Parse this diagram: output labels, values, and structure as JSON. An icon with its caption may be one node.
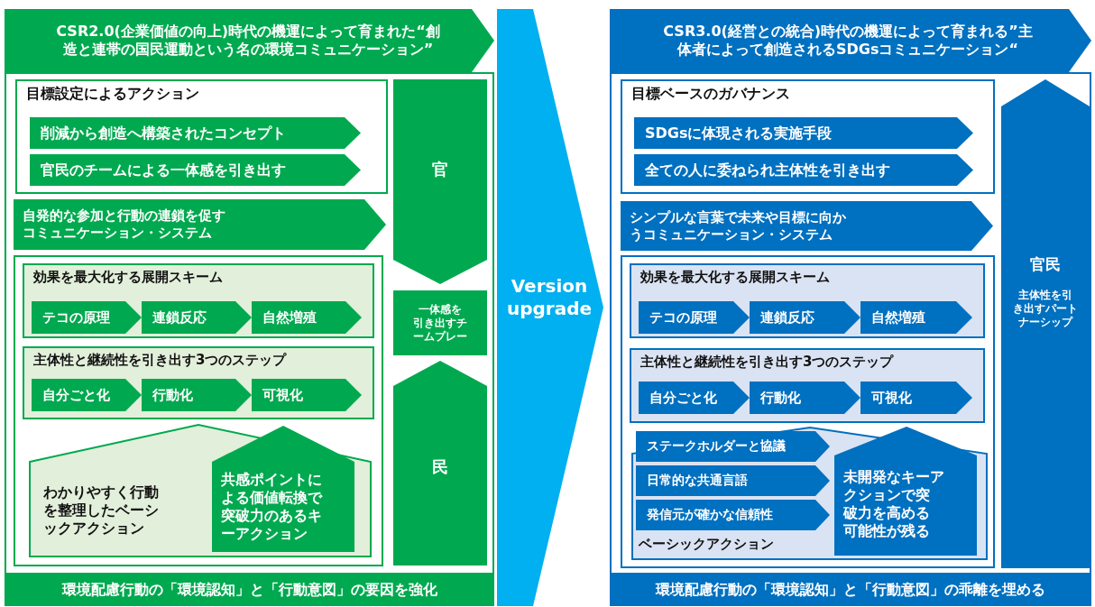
{
  "diagram": {
    "nodes": [
      {
        "text": [
          "CSR2.0(企業価値の向上)時代の機運によって育まれた“創造と連帯の国民運動という名の環境コミュニケーション”"
        ]
      },
      {
        "text": [
          "目標設定によるアクション"
        ]
      },
      {
        "text": [
          "削減から創造へ構築されたコンセプト"
        ],
        "in": 1
      },
      {
        "text": [
          "官民のチームによる一体感を引き出す"
        ],
        "in": 1
      },
      {
        "text": [
          "自発的な参加と行動の連鎖を促すコミュニケーション・システム"
        ]
      },
      {
        "text": [],
        "shape": "box"
      },
      {
        "text": [
          "効果を最大化する展開スキーム"
        ],
        "in": 5
      },
      {
        "text": [
          "テコの原理"
        ],
        "in": 6
      },
      {
        "text": [
          "連鎖反応"
        ],
        "in": 6
      },
      {
        "text": [
          "自然増殖"
        ],
        "in": 6
      },
      {
        "text": [
          "主体性と継続性を引き出す3つのステップ"
        ],
        "in": 5
      },
      {
        "text": [
          "自分ごと化"
        ],
        "in": 10
      },
      {
        "text": [
          "行動化"
        ],
        "in": 10
      },
      {
        "text": [
          "可視化"
        ],
        "in": 10
      },
      {
        "text": [
          "わかりやすく行動を整理したベーシックアクション"
        ],
        "in": 5
      },
      {
        "text": [
          "共感ポイントによる価値転換で突破力のあるキーアクション"
        ],
        "in": 14
      },
      {
        "text": [
          "官"
        ]
      },
      {
        "text": [
          "一体感を引き出すチームプレー"
        ]
      },
      {
        "text": [
          "民"
        ]
      },
      {
        "text": [
          "環境配慮行動の「環境認知」と「行動意図」の要因を強化"
        ]
      },
      {
        "text": [
          "Version upgrade"
        ]
      },
      {
        "text": [
          "CSR3.0(経営との統合)時代の機運によって育まれる”主体者によって創造されるSDGsコミュニケーション“"
        ]
      },
      {
        "text": [
          "目標ベースのガバナンス"
        ]
      },
      {
        "text": [
          "SDGsに体現される実施手段"
        ],
        "in": 22
      },
      {
        "text": [
          "全ての人に委ねられ主体性を引き出す"
        ],
        "in": 22
      },
      {
        "text": [
          "シンプルな言葉で未来や目標に向かうコミュニケーション・システム"
        ]
      },
      {
        "text": [],
        "shape": "box"
      },
      {
        "text": [
          "効果を最大化する展開スキーム"
        ],
        "in": 26
      },
      {
        "text": [
          "テコの原理"
        ],
        "in": 27
      },
      {
        "text": [
          "連鎖反応"
        ],
        "in": 27
      },
      {
        "text": [
          "自然増殖"
        ],
        "in": 27
      },
      {
        "text": [
          "主体性と継続性を引き出す3つのステップ"
        ],
        "in": 26
      },
      {
        "text": [
          "自分ごと化"
        ],
        "in": 31
      },
      {
        "text": [
          "行動化"
        ],
        "in": 31
      },
      {
        "text": [
          "可視化"
        ],
        "in": 31
      },
      {
        "text": [
          "ベーシックアクション"
        ],
        "in": 26
      },
      {
        "text": [
          "ステークホルダーと協議"
        ],
        "in": 35
      },
      {
        "text": [
          "日常的な共通言語"
        ],
        "in": 35
      },
      {
        "text": [
          "発信元が確かな信頼性"
        ],
        "in": 35
      },
      {
        "text": [
          "未開発なキーアクションで突破力を高める可能性が残る"
        ],
        "in": 35
      },
      {
        "text": [
          "官民",
          "主体性を引き出すパートナーシップ"
        ]
      },
      {
        "text": [
          "環境配慮行動の「環境認知」と「行動意図」の乖離を埋める"
        ]
      }
    ]
  }
}
